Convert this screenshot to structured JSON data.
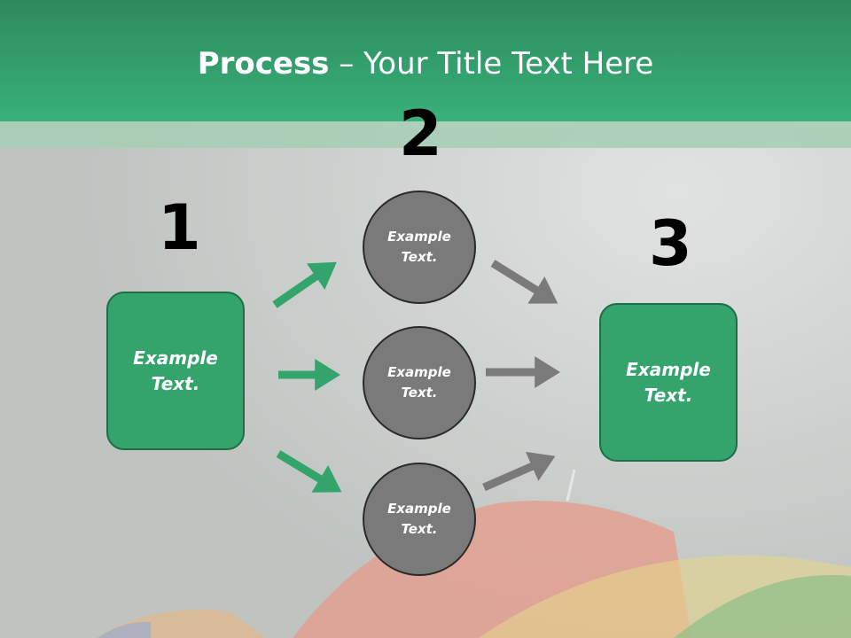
{
  "title": {
    "bold": "Process",
    "rest": " – Your Title Text Here"
  },
  "steps": [
    {
      "number": "1",
      "text_line1": "Example",
      "text_line2": "Text."
    },
    {
      "number": "2"
    },
    {
      "number": "3",
      "text_line1": "Example",
      "text_line2": "Text."
    }
  ],
  "circles": [
    {
      "line1": "Example",
      "line2": "Text."
    },
    {
      "line1": "Example",
      "line2": "Text."
    },
    {
      "line1": "Example",
      "line2": "Text."
    }
  ],
  "colors": {
    "header": "#38b07a",
    "box": "#34a46c",
    "circle": "#7a7a7a",
    "green_arrow": "#33a46b",
    "gray_arrow": "#7a7a7a"
  }
}
